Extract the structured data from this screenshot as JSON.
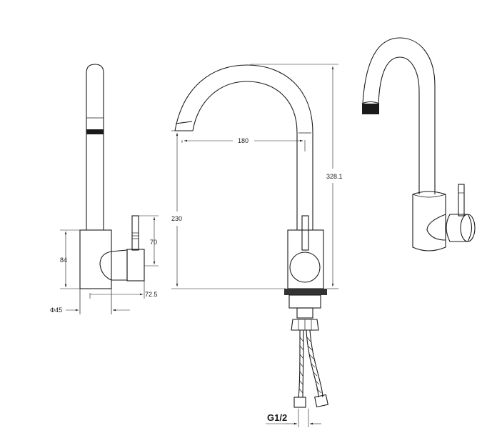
{
  "dimensions": {
    "width_spout_reach": "180",
    "total_height": "328.1",
    "spout_height": "230",
    "body_height": "84",
    "lever_height": "70",
    "lever_depth": "72.5",
    "base_diameter": "Φ45",
    "thread": "G1/2"
  },
  "colors": {
    "line": "#1a1a1a",
    "background": "#ffffff"
  }
}
